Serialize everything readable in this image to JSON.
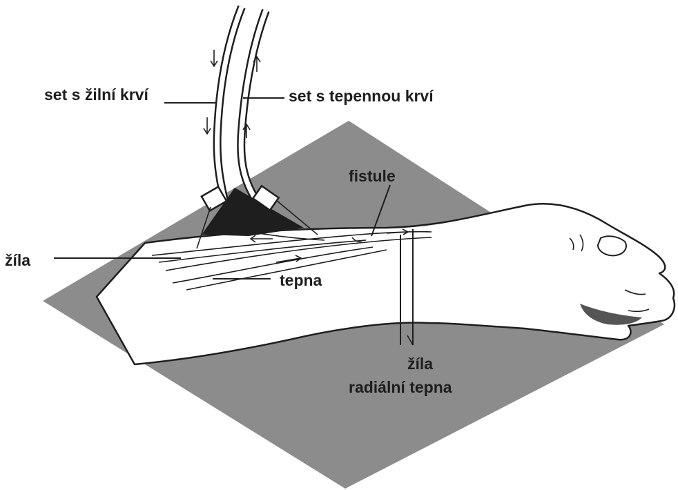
{
  "labels": {
    "venous_set": "set s žilní krví",
    "arterial_set": "set s tepennou krví",
    "fistula": "fistule",
    "vein_left": "žíla",
    "artery": "tepna",
    "vein_right": "žíla",
    "radial_artery": "radiální tepna"
  },
  "colors": {
    "background": "#ffffff",
    "surface": "#8c8c8c",
    "ink": "#1e1e1e",
    "needle_hub": "#2a2a2a"
  }
}
